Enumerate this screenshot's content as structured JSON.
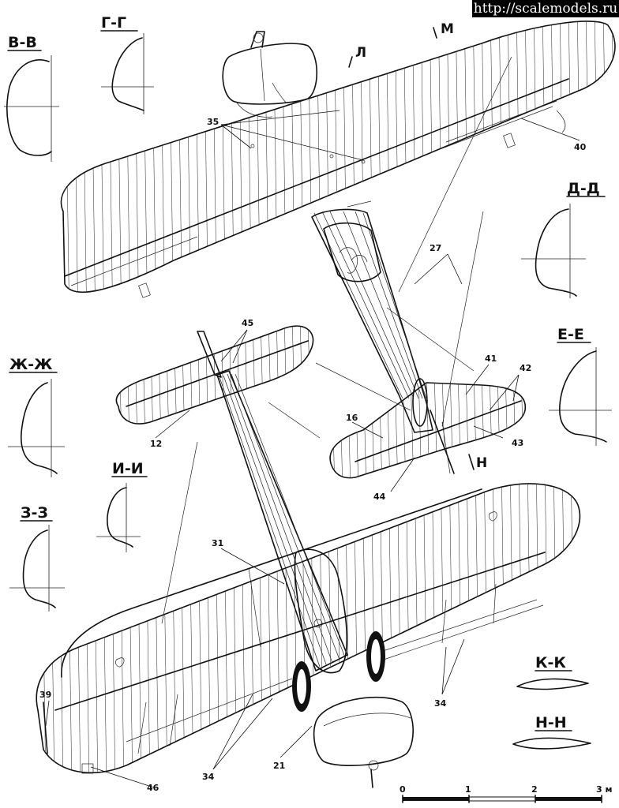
{
  "watermark": "http://scalemodels.ru",
  "section_labels": {
    "vv": "В-В",
    "gg": "Г-Г",
    "dd": "Д-Д",
    "ee": "Е-Е",
    "zhzh": "Ж-Ж",
    "ii": "И-И",
    "zz": "З-З",
    "kk": "К-К",
    "nn": "Н-Н"
  },
  "cut_markers": {
    "l": "Л",
    "m": "М",
    "n": "Н"
  },
  "callouts": {
    "c35": "35",
    "c40": "40",
    "c27": "27",
    "c45": "45",
    "c41": "41",
    "c42": "42",
    "c16": "16",
    "c12": "12",
    "c43": "43",
    "c44": "44",
    "c31": "31",
    "c39": "39",
    "c34a": "34",
    "c34b": "34",
    "c21": "21",
    "c46": "46"
  },
  "scale_bar": {
    "ticks": [
      "0",
      "1",
      "2",
      "3 м"
    ]
  },
  "colors": {
    "ink": "#111111",
    "background": "#ffffff",
    "watermark_bg": "#000000"
  }
}
